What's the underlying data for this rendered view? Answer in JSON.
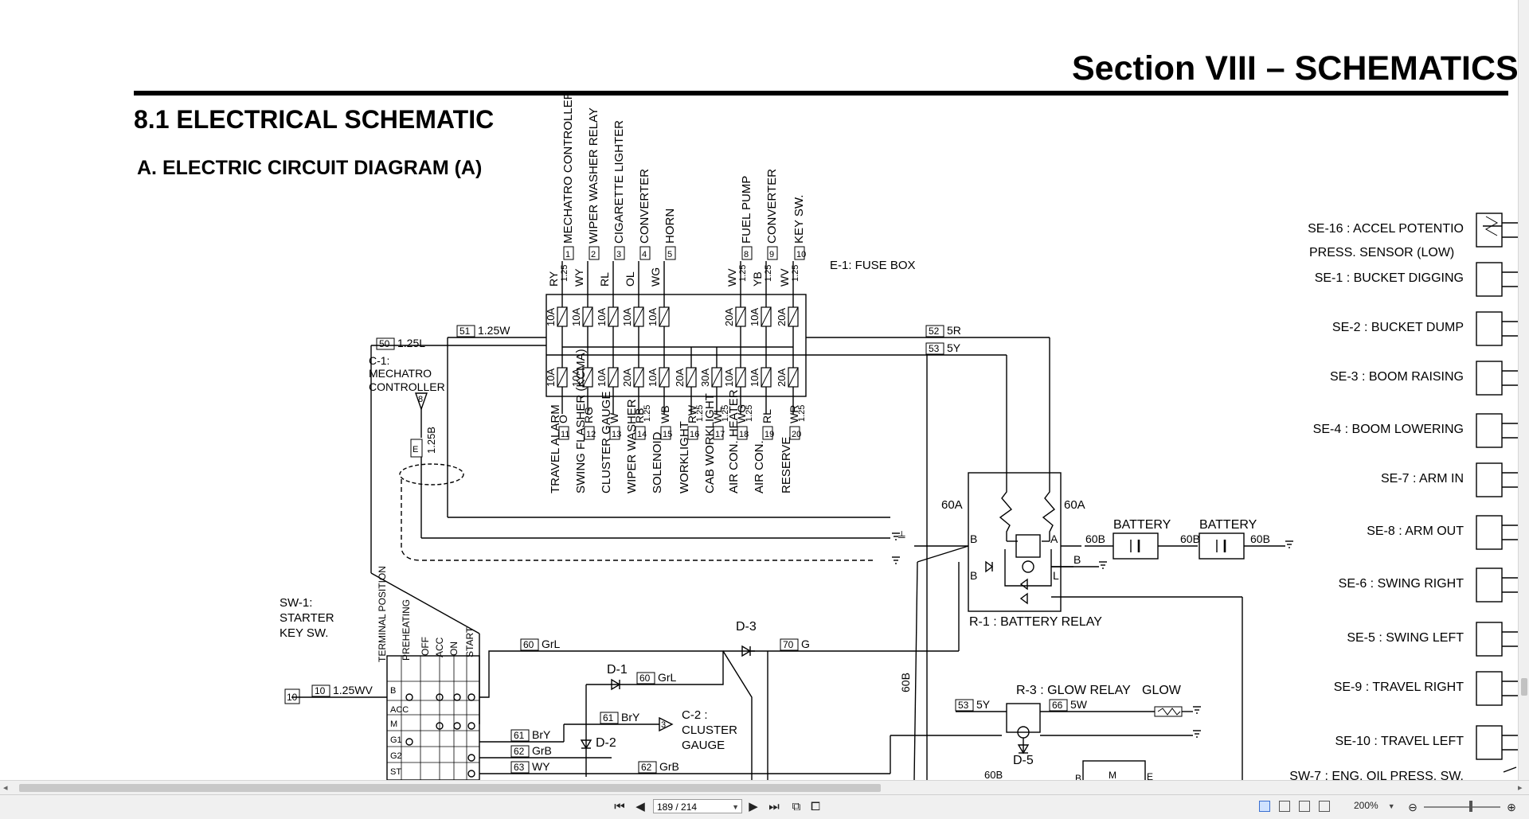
{
  "document": {
    "section_title": "Section VIII – SCHEMATICS",
    "heading": "8.1  ELECTRICAL SCHEMATIC",
    "subheading": "A. ELECTRIC CIRCUIT DIAGRAM (A)"
  },
  "schematic": {
    "fuse_box_label": "E-1: FUSE BOX",
    "top_fuses": [
      {
        "wire": "RY",
        "size": "1.25",
        "num": "1",
        "name": "MECHATRO CONTROLLER",
        "amp": "10A"
      },
      {
        "wire": "WY",
        "size": "",
        "num": "2",
        "name": "WIPER WASHER RELAY",
        "amp": "10A"
      },
      {
        "wire": "RL",
        "size": "",
        "num": "3",
        "name": "CIGARETTE LIGHTER",
        "amp": "10A"
      },
      {
        "wire": "OL",
        "size": "",
        "num": "4",
        "name": "CONVERTER",
        "amp": "10A"
      },
      {
        "wire": "WG",
        "size": "",
        "num": "5",
        "name": "HORN",
        "amp": "10A"
      },
      {
        "wire": "WV",
        "size": "1.25",
        "num": "8",
        "name": "FUEL PUMP",
        "amp": "20A"
      },
      {
        "wire": "YB",
        "size": "1.25",
        "num": "9",
        "name": "CONVERTER",
        "amp": "10A"
      },
      {
        "wire": "WV",
        "size": "1.25",
        "num": "10",
        "name": "KEY SW.",
        "amp": "20A"
      }
    ],
    "bottom_fuses": [
      {
        "wire": "O",
        "size": "",
        "num": "11",
        "name": "TRAVEL ALARM",
        "amp": "10A"
      },
      {
        "wire": "RG",
        "size": "",
        "num": "12",
        "name": "SWING FLASHER (KCMA)",
        "amp": "10A"
      },
      {
        "wire": "W",
        "size": "",
        "num": "13",
        "name": "CLUSTER GAUGE",
        "amp": "10A"
      },
      {
        "wire": "RB",
        "size": "1.25",
        "num": "14",
        "name": "WIPER WASHER",
        "amp": "20A"
      },
      {
        "wire": "WB",
        "size": "",
        "num": "15",
        "name": "SOLENOID",
        "amp": "10A"
      },
      {
        "wire": "RW",
        "size": "1.25",
        "num": "16",
        "name": "WORKLIGHT",
        "amp": "20A"
      },
      {
        "wire": "WL",
        "size": "1.25",
        "num": "17",
        "name": "CAB WORKLIGHT",
        "amp": "30A"
      },
      {
        "wire": "WG",
        "size": "1.25",
        "num": "18",
        "name": "AIR CON. HEATER",
        "amp": "10A"
      },
      {
        "wire": "RL",
        "size": "",
        "num": "19",
        "name": "AIR CON.",
        "amp": "10A"
      },
      {
        "wire": "WR",
        "size": "1.25",
        "num": "20",
        "name": "RESERVE",
        "amp": "20A"
      }
    ],
    "wire_labels": {
      "w50": "50",
      "w50_spec": "1.25L",
      "w51": "51",
      "w51_spec": "1.25W",
      "w52": "52",
      "w52_spec": "5R",
      "w53": "53",
      "w53_spec": "5Y",
      "w60": "60",
      "w60_spec": "GrL",
      "w60d": "60",
      "w60d_spec": "GrL",
      "w61": "61",
      "w61_spec": "BrY",
      "w61b": "61",
      "w61b_spec": "BrY",
      "w62": "62",
      "w62_spec": "GrB",
      "w62b": "62",
      "w62b_spec": "GrB",
      "w63": "63",
      "w63_spec": "WY",
      "w70": "70",
      "w70_spec": "G",
      "w10": "10",
      "w10_spec": "1.25WV",
      "w10_end": "10",
      "w53b": "53",
      "w53b_spec": "5Y",
      "w66": "66",
      "w66_spec": "5W",
      "w125b": "1.25B",
      "e_box": "E",
      "c1_pin": "8",
      "c2_pin": "3",
      "b60": "60B",
      "b60v": "60B",
      "b60_bottom": "60B"
    },
    "controller_label": "C-1: MECHATRO CONTROLLER",
    "key_switch_label": "SW-1: STARTER KEY SW.",
    "key_switch": {
      "columns": [
        "TERMINAL POSITION",
        "PREHEATING",
        "OFF",
        "ACC",
        "ON",
        "START"
      ],
      "rows": [
        "B",
        "ACC",
        "M",
        "G1",
        "G2",
        "ST"
      ]
    },
    "battery_relay_label": "R-1 : BATTERY RELAY",
    "relay_fuse_left": "60A",
    "relay_fuse_right": "60A",
    "battery1": "BATTERY",
    "battery2": "BATTERY",
    "glow_relay_label": "R-3 : GLOW RELAY",
    "glow_label": "GLOW",
    "diodes": {
      "d1": "D-1",
      "d2": "D-2",
      "d3": "D-3",
      "d5": "D-5"
    },
    "cluster_gauge_label": "C-2 : CLUSTER GAUGE",
    "terminals": {
      "a": "A",
      "b": "B",
      "b2": "B",
      "b3": "B",
      "l": "L",
      "b_small": "B",
      "m_small": "M",
      "e_small": "E"
    },
    "sensors": [
      "SE-16 : ACCEL POTENTIO",
      "PRESS. SENSOR (LOW)",
      "SE-1 : BUCKET DIGGING",
      "SE-2 : BUCKET DUMP",
      "SE-3 : BOOM RAISING",
      "SE-4 : BOOM LOWERING",
      "SE-7 : ARM IN",
      "SE-8 : ARM OUT",
      "SE-6 : SWING RIGHT",
      "SE-5 : SWING LEFT",
      "SE-9 : TRAVEL  RIGHT",
      "SE-10 : TRAVEL LEFT",
      "SW-7 : ENG. OIL PRESS. SW."
    ]
  },
  "toolbar": {
    "page_indicator": "189 / 214",
    "zoom": "200%"
  }
}
